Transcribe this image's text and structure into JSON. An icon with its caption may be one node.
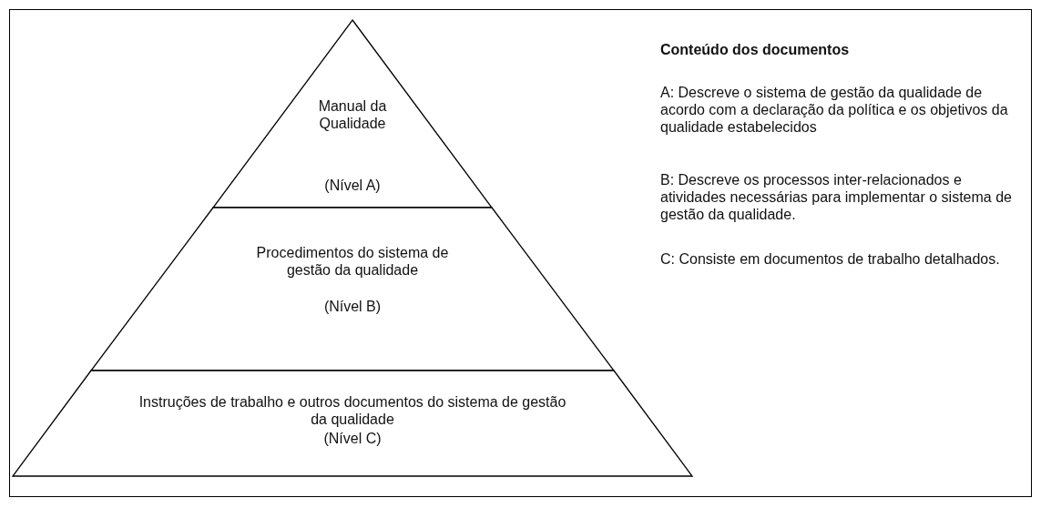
{
  "diagram": {
    "nodes": [
      {
        "text": [
          "Manual da Qualidade",
          "(Nível A)"
        ]
      },
      {
        "text": [
          "Procedimentos do sistema de gestão da qualidade",
          "(Nível B)"
        ]
      },
      {
        "text": [
          "Instruções de trabalho e outros documentos do sistema de gestão da qualidade",
          "(Nível C)"
        ]
      }
    ],
    "labels": [
      "Conteúdo dos documentos",
      "A: Descreve o sistema de gestão da qualidade de acordo com a declaração da política e os objetivos da qualidade estabelecidos",
      "B: Descreve os processos inter-relacionados e atividades necessárias para implementar o sistema de gestão da qualidade.",
      "C: Consiste em documentos de trabalho detalhados."
    ]
  }
}
